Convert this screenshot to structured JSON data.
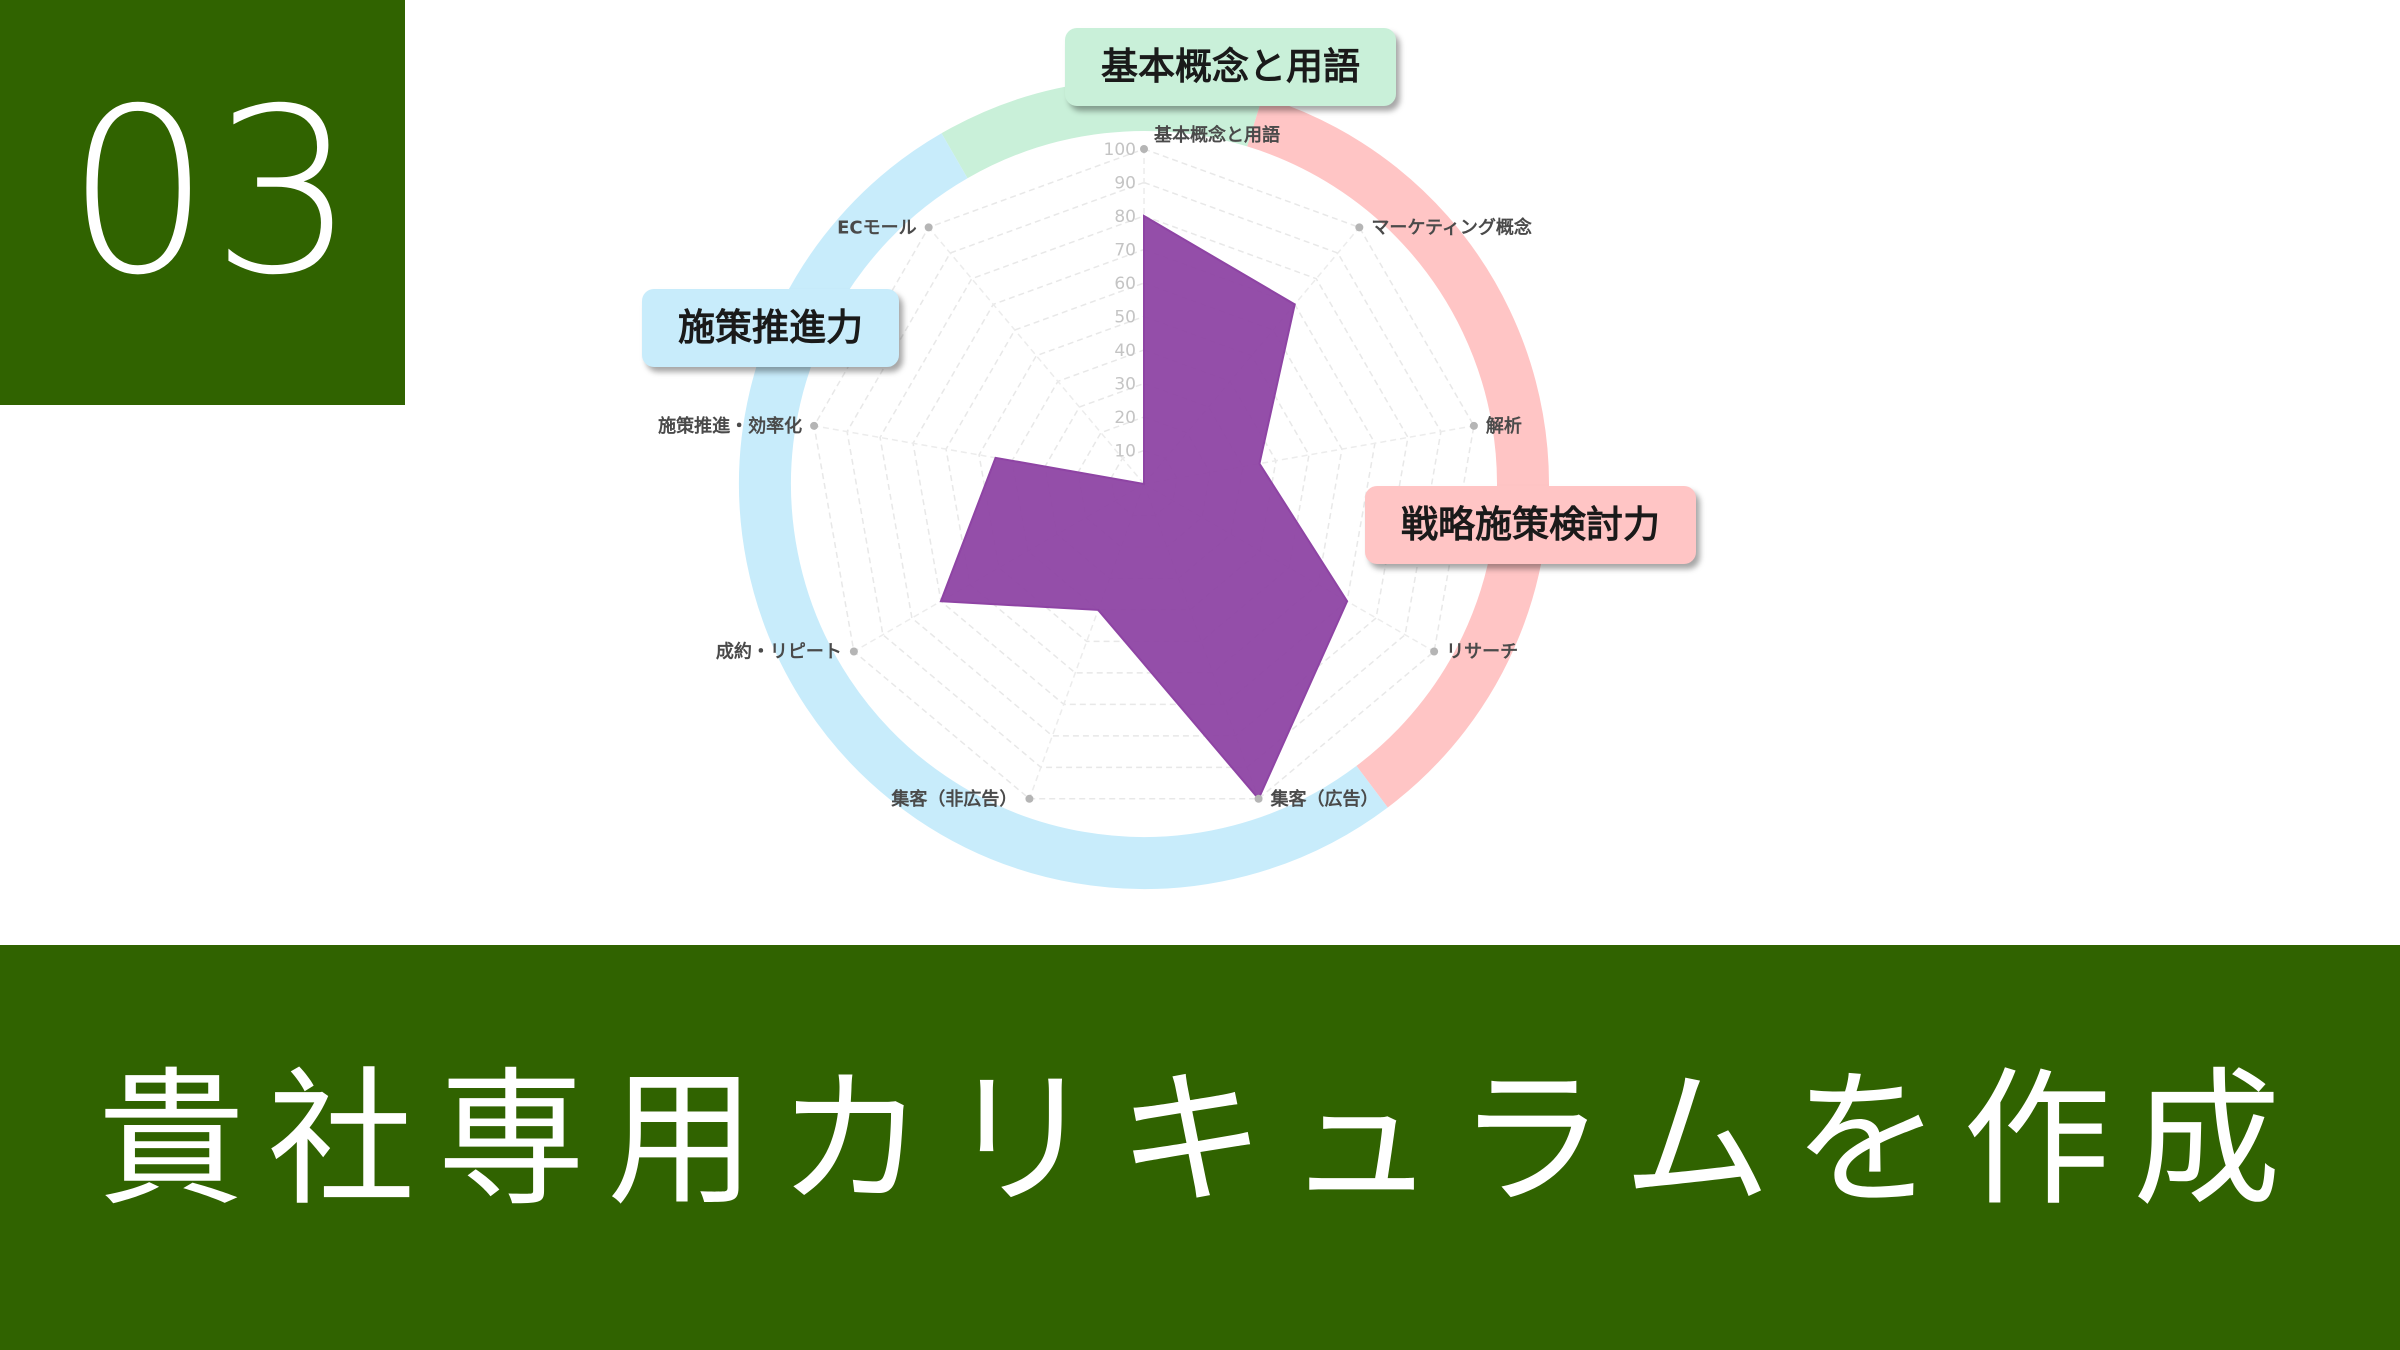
{
  "step": {
    "number": "03"
  },
  "footer": {
    "title": "貴社専用カリキュラムを作成"
  },
  "chart_data": {
    "type": "radar",
    "r_range": [
      0,
      100
    ],
    "r_ticks": [
      "10",
      "20",
      "30",
      "40",
      "50",
      "60",
      "70",
      "80",
      "90",
      "100"
    ],
    "axes": [
      "基本概念と用語",
      "マーケティング概念",
      "解析",
      "リサーチ",
      "集客（広告）",
      "集客（非広告）",
      "成約・リピート",
      "施策推進・効率化",
      "ECモール"
    ],
    "values": [
      80,
      70,
      35,
      70,
      100,
      40,
      70,
      45,
      0
    ],
    "series_color": "#8e44a4",
    "categories": [
      {
        "label": "基本概念と用語",
        "color": "#c9f0d9",
        "tag_color": "#c9f0d9"
      },
      {
        "label": "戦略施策検討力",
        "color": "#ffc5c5",
        "tag_color": "#ffc5c5"
      },
      {
        "label": "施策推進力",
        "color": "#c8ecfb",
        "tag_color": "#c8ecfb"
      }
    ]
  }
}
